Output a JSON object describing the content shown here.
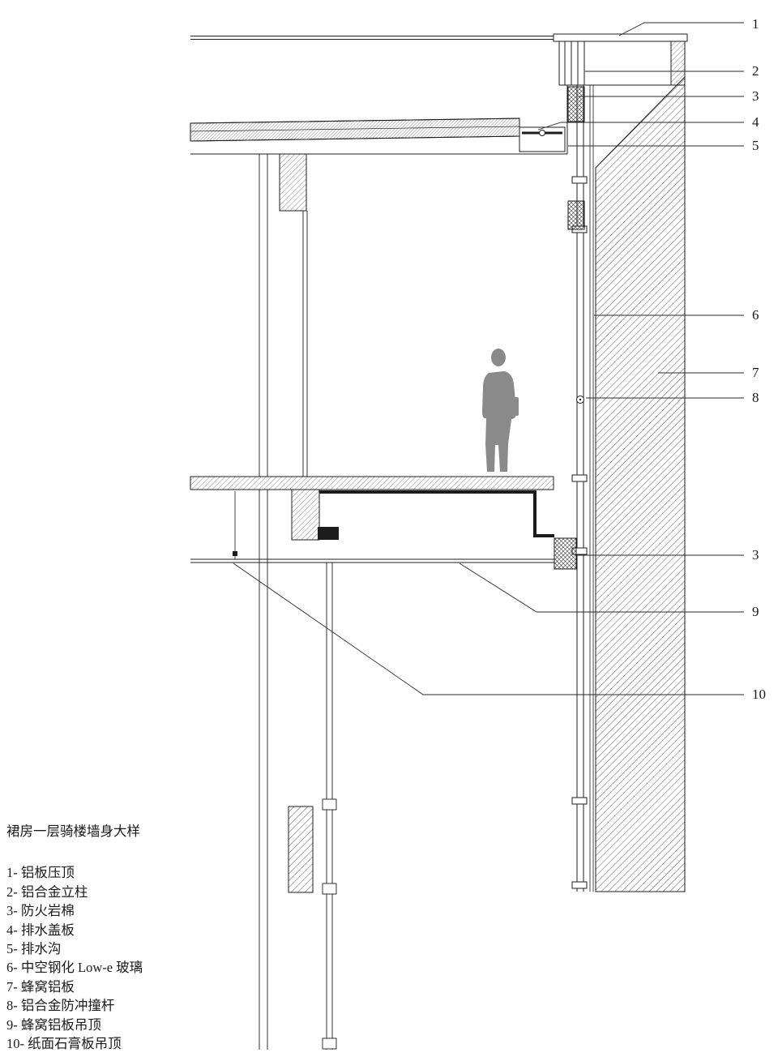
{
  "drawing": {
    "title": "裙房一层骑楼墙身大样"
  },
  "callouts": [
    {
      "num": "1"
    },
    {
      "num": "2"
    },
    {
      "num": "3"
    },
    {
      "num": "4"
    },
    {
      "num": "5"
    },
    {
      "num": "6"
    },
    {
      "num": "7"
    },
    {
      "num": "8"
    },
    {
      "num": "3"
    },
    {
      "num": "9"
    },
    {
      "num": "10"
    }
  ],
  "legend": {
    "items": [
      "1- 铝板压顶",
      "2- 铝合金立柱",
      "3- 防火岩棉",
      "4- 排水盖板",
      "5- 排水沟",
      "6- 中空钢化 Low-e 玻璃",
      "7- 蜂窝铝板",
      "8- 铝合金防冲撞杆",
      "9- 蜂窝铝板吊顶",
      "10- 纸面石膏板吊顶"
    ]
  },
  "colors": {
    "background": "#ffffff",
    "line": "#1c1c1c",
    "figure_gray": "#8a8a8a"
  }
}
